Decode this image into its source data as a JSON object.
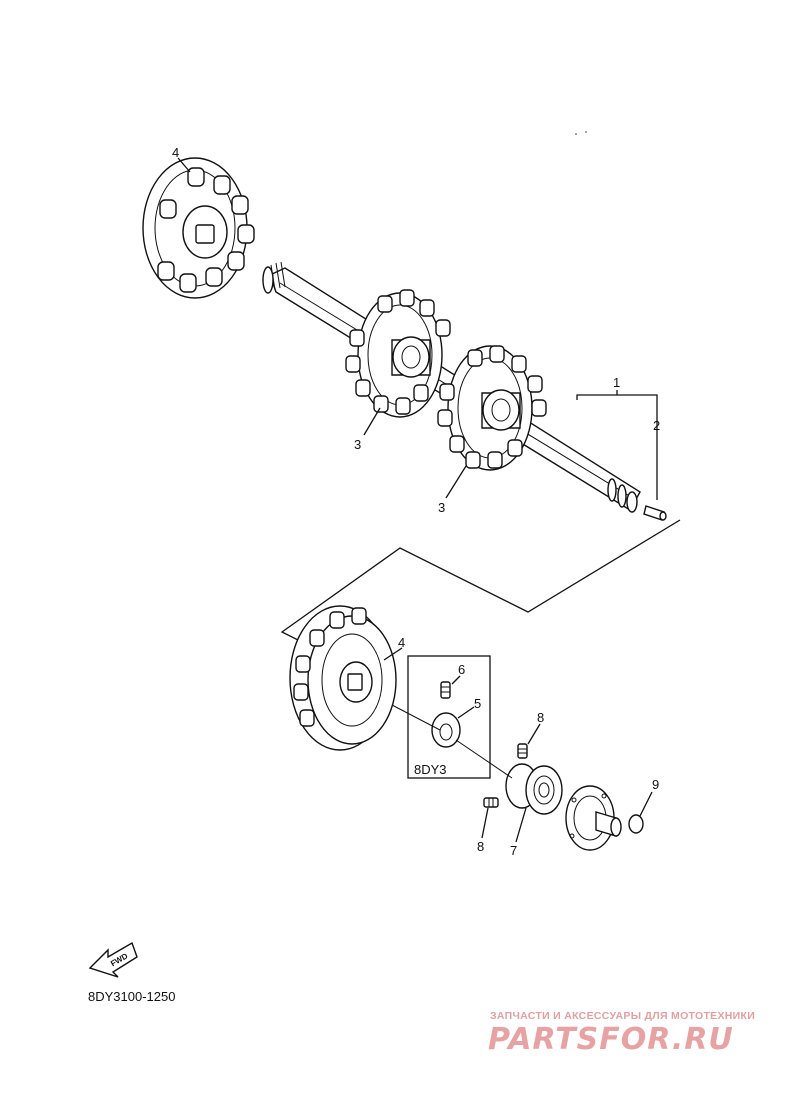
{
  "callouts": [
    {
      "id": "c1",
      "text": "1"
    },
    {
      "id": "c2",
      "text": "2"
    },
    {
      "id": "c3a",
      "text": "3"
    },
    {
      "id": "c3b",
      "text": "3"
    },
    {
      "id": "c4a",
      "text": "4"
    },
    {
      "id": "c4b",
      "text": "4"
    },
    {
      "id": "c5",
      "text": "5"
    },
    {
      "id": "c6",
      "text": "6"
    },
    {
      "id": "c7",
      "text": "7"
    },
    {
      "id": "c8a",
      "text": "8"
    },
    {
      "id": "c8b",
      "text": "8"
    },
    {
      "id": "c9",
      "text": "9"
    }
  ],
  "variant_box_label": "8DY3",
  "direction_arrow_text": "FWD",
  "diagram_code": "8DY3100-1250",
  "watermark": {
    "tagline": "ЗАПЧАСТИ И АКСЕССУАРЫ ДЛЯ МОТОТЕХНИКИ",
    "logo": "PARTSFOR.RU"
  }
}
